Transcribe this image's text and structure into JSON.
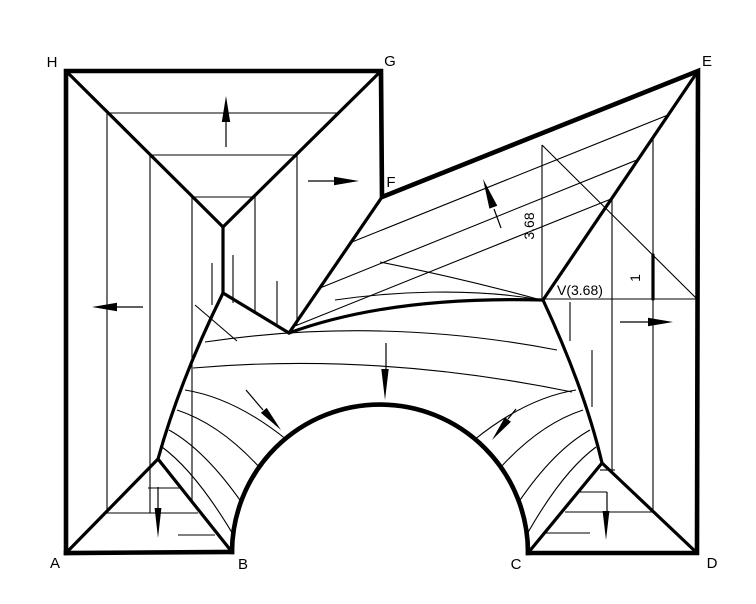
{
  "canvas": {
    "background": "#ffffff",
    "line_color": "#000000"
  },
  "labels": {
    "A": "A",
    "B": "B",
    "C": "C",
    "D": "D",
    "E": "E",
    "F": "F",
    "G": "G",
    "H": "H"
  },
  "annotations": {
    "valley_point": "V(3.68)",
    "slope_height": "3.68",
    "unit_rise": "1"
  }
}
